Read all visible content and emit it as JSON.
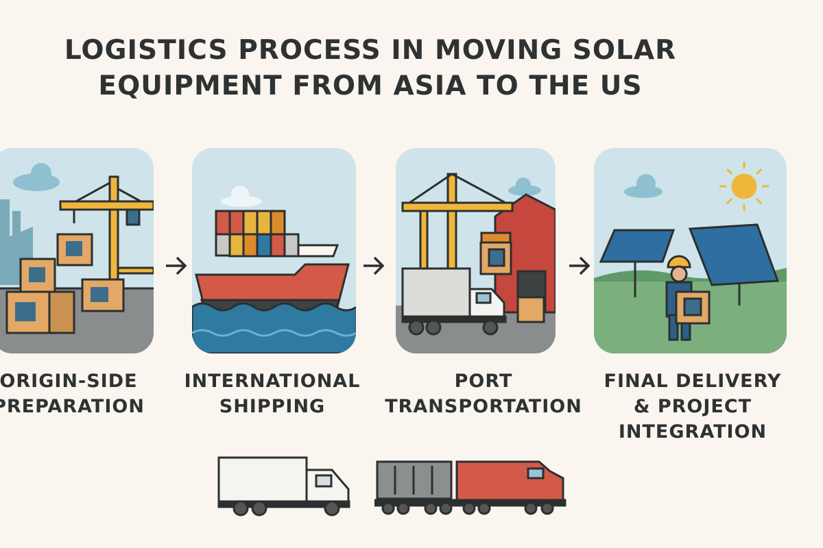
{
  "title": {
    "line1": "LOGISTICS PROCESS IN MOVING SOLAR",
    "line2": "EQUIPMENT FROM ASIA TO THE US"
  },
  "steps": [
    {
      "line1": "ORIGIN-SIDE",
      "line2": "PREPARATION",
      "line3": "",
      "icon": "crane-loading-solar-boxes"
    },
    {
      "line1": "INTERNATIONAL",
      "line2": "SHIPPING",
      "line3": "",
      "icon": "container-ship"
    },
    {
      "line1": "PORT",
      "line2": "TRANSPORTATION",
      "line3": "",
      "icon": "port-crane-truck-warehouse"
    },
    {
      "line1": "FINAL DELIVERY",
      "line2": "& PROJECT",
      "line3": "INTEGRATION",
      "icon": "worker-solar-panels"
    }
  ],
  "bottom_icons": [
    "box-truck",
    "freight-train"
  ],
  "colors": {
    "background": "#faf6ef",
    "sky": "#cfe3ea",
    "crane": "#f0b63c",
    "box": "#e3a865",
    "ship": "#d35a48",
    "sea": "#2e7aa0",
    "grass": "#7bb07e"
  }
}
